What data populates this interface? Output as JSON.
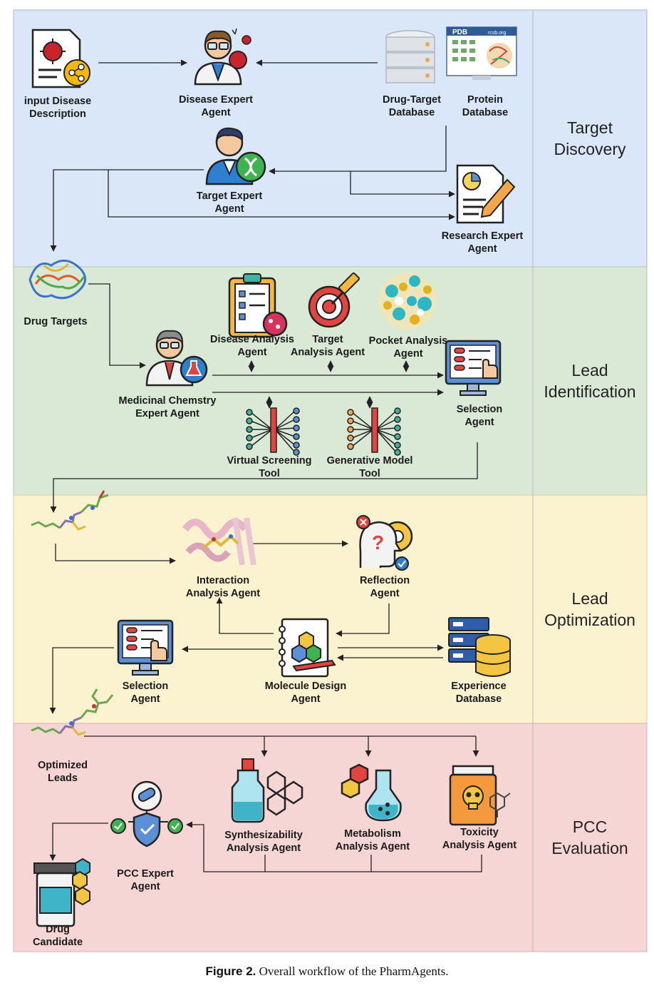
{
  "colors": {
    "target_discovery": "#dae7f8",
    "lead_identification": "#d9e9d6",
    "lead_optimization": "#fbf2cf",
    "pcc_evaluation": "#f6d6d5",
    "arrow": "#222222"
  },
  "stages": {
    "target_discovery": "Target\nDiscovery",
    "lead_identification": "Lead\nIdentification",
    "lead_optimization": "Lead\nOptimization",
    "pcc_evaluation": "PCC\nEvaluation"
  },
  "nodes": {
    "input_disease": "input Disease\nDescription",
    "disease_expert": "Disease Expert\nAgent",
    "drug_target_db": "Drug-Target\nDatabase",
    "protein_db": "Protein\nDatabase",
    "target_expert": "Target Expert\nAgent",
    "research_expert": "Research Expert\nAgent",
    "drug_targets": "Drug Targets",
    "disease_analysis": "Disease Analysis\nAgent",
    "target_analysis": "Target\nAnalysis Agent",
    "pocket_analysis": "Pocket Analysis\nAgent",
    "medchem_expert": "Medicinal Chemstry\nExpert Agent",
    "selection_agent_1": "Selection\nAgent",
    "virtual_screening": "Virtual Screening\nTool",
    "generative_model": "Generative Model\nTool",
    "interaction_analysis": "Interaction\nAnalysis Agent",
    "reflection_agent": "Reflection\nAgent",
    "selection_agent_2": "Selection\nAgent",
    "molecule_design": "Molecule Design\nAgent",
    "experience_db": "Experience\nDatabase",
    "optimized_leads": "Optimized\nLeads",
    "synthesizability": "Synthesizability\nAnalysis Agent",
    "metabolism": "Metabolism\nAnalysis Agent",
    "toxicity": "Toxicity\nAnalysis Agent",
    "pcc_expert": "PCC Expert\nAgent",
    "drug_candidate": "Drug\nCandidate"
  },
  "icon_text": {
    "pdb_logo": "PDB",
    "rcsb": "rcsb.org"
  },
  "caption": {
    "figure": "Figure 2.",
    "text": "Overall workflow of the PharmAgents."
  }
}
